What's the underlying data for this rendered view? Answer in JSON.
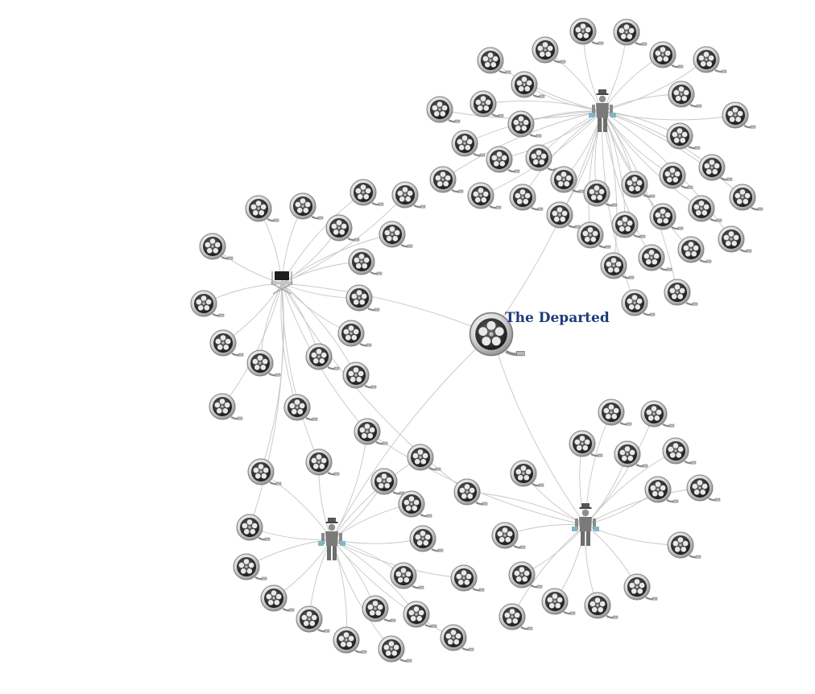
{
  "graph": {
    "center": {
      "label": "The Departed",
      "icon": "film-reel-icon",
      "label_color": "#1f3a7a"
    },
    "hubs": [
      {
        "id": "director",
        "icon": "director-chair-icon",
        "reels": 22
      },
      {
        "id": "actor-top-right",
        "icon": "actor-figure-icon",
        "reels": 36
      },
      {
        "id": "actor-bottom-left",
        "icon": "actor-figure-icon",
        "reels": 18
      },
      {
        "id": "actor-bottom-right",
        "icon": "actor-figure-icon",
        "reels": 17
      }
    ],
    "edge_color": "#c6c6c6"
  }
}
